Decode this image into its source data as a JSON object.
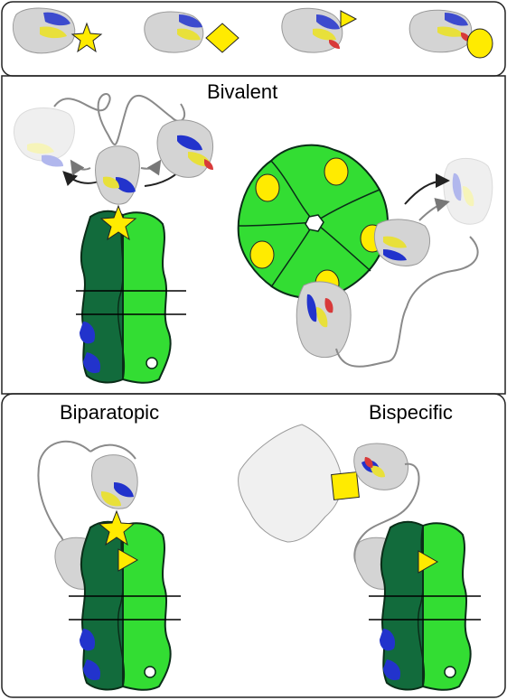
{
  "sections": {
    "bivalent_label": "Bivalent",
    "biparatopic_label": "Biparatopic",
    "bispecific_label": "Bispecific"
  },
  "legend": {
    "items": [
      {
        "symbol": "star",
        "color": "#ffeb00"
      },
      {
        "symbol": "diamond",
        "color": "#ffeb00"
      },
      {
        "symbol": "triangle",
        "color": "#ffeb00"
      },
      {
        "symbol": "ellipse",
        "color": "#ffeb00"
      }
    ]
  },
  "colors": {
    "frame": "#222222",
    "protein_gray": "#d4d4d4",
    "cdr_blue": "#2233cc",
    "cdr_yellow": "#e8e03a",
    "cdr_red": "#d83a3a",
    "receptor_dark_green": "#126b3c",
    "receptor_light_green": "#33dd33",
    "pentamer_green": "#33dd33",
    "epitope_yellow": "#ffeb00",
    "linker_gray": "#8a8a8a",
    "membrane_line": "#000000"
  }
}
